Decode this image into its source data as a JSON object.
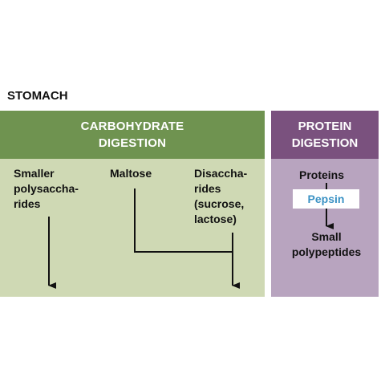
{
  "section_title": "STOMACH",
  "carbohydrate": {
    "header": "CARBOHYDRATE\nDIGESTION",
    "items": {
      "polysaccharides": "Smaller\npolysaccha-\nrides",
      "maltose": "Maltose",
      "disaccharides": "Disaccha-\nrides\n(sucrose,\nlactose)"
    }
  },
  "protein": {
    "header": "PROTEIN\nDIGESTION",
    "input": "Proteins",
    "enzyme": "Pepsin",
    "output": "Small\npolypeptides"
  },
  "colors": {
    "carb_header": "#6f9350",
    "carb_body": "#cfd9b4",
    "protein_header": "#7a517e",
    "protein_body": "#b8a4bf",
    "enzyme_text": "#3b92c4"
  }
}
